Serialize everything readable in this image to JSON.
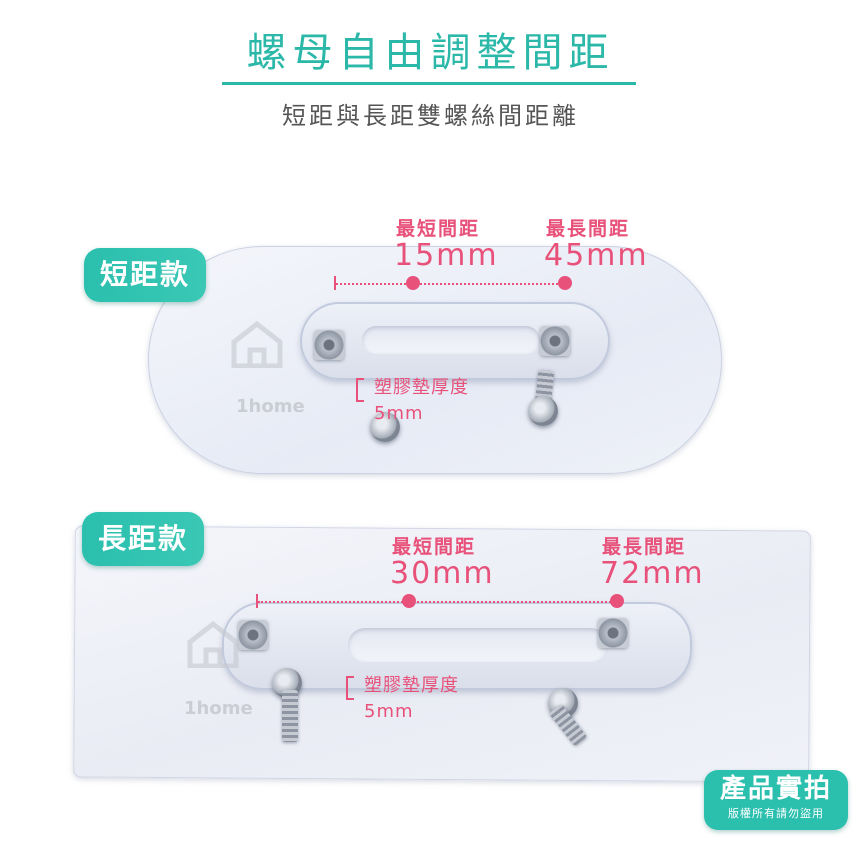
{
  "title": "螺母自由調整間距",
  "subtitle": "短距與長距雙螺絲間距離",
  "short_plate": {
    "tag": "短距款",
    "min_label": "最短間距",
    "min_value": "15mm",
    "max_label": "最長間距",
    "max_value": "45mm",
    "thickness_label": "塑膠墊厚度",
    "thickness_value": "5mm"
  },
  "long_plate": {
    "tag": "長距款",
    "min_label": "最短間距",
    "min_value": "30mm",
    "max_label": "最長間距",
    "max_value": "72mm",
    "thickness_label": "塑膠墊厚度",
    "thickness_value": "5mm"
  },
  "watermark": "1home",
  "badge": {
    "main": "產品實拍",
    "note": "版權所有請勿盜用"
  },
  "colors": {
    "accent_teal": "#2bb8a8",
    "accent_pink": "#e8517a",
    "text_gray": "#555555"
  },
  "icons": [
    "house-logo-icon",
    "hex-nut-icon",
    "screw-icon"
  ]
}
